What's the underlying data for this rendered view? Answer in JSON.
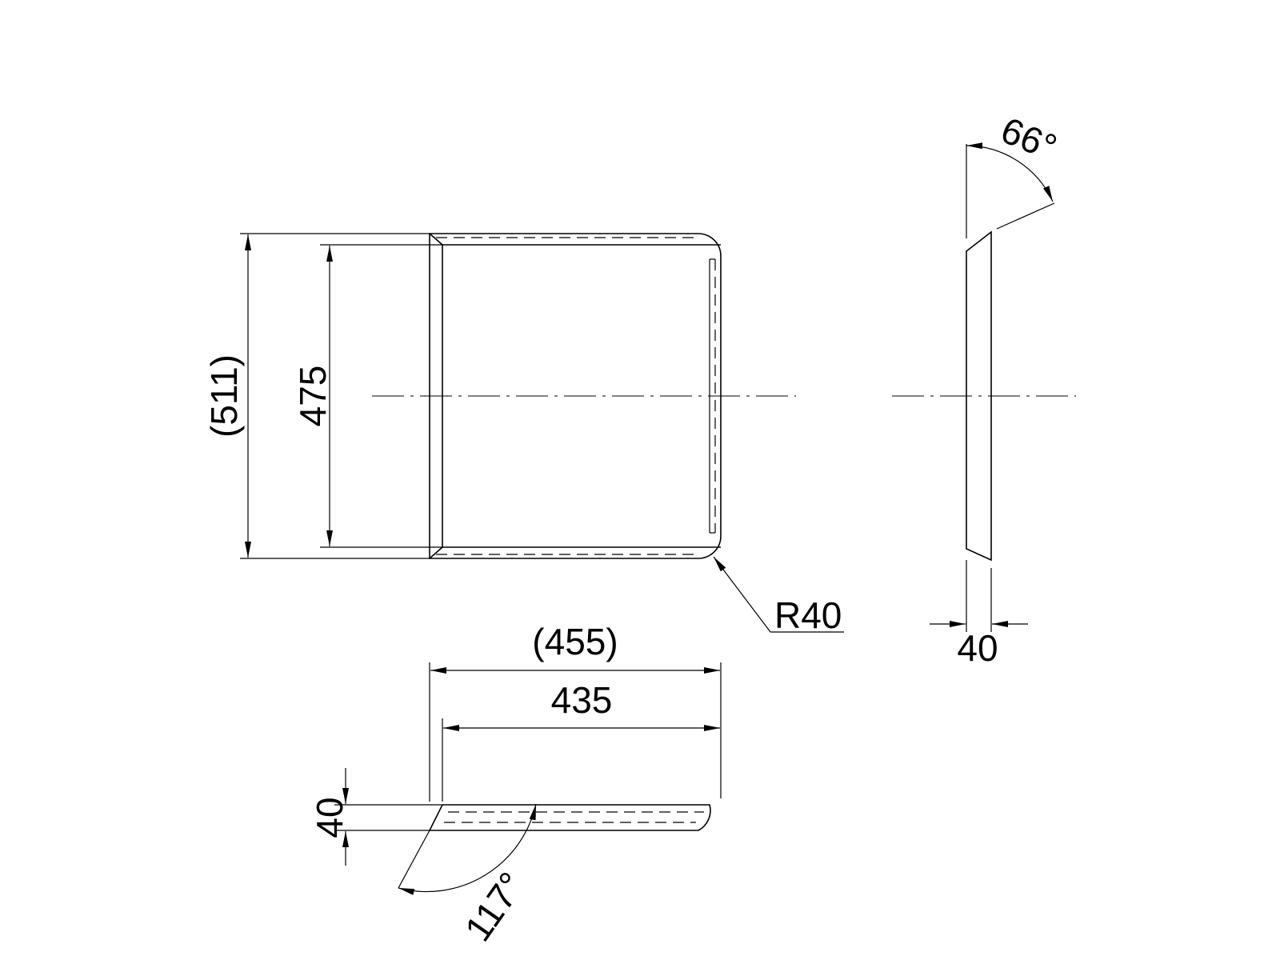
{
  "drawing": {
    "front_view": {
      "overall_height_ref": "(511)",
      "inner_height": "475",
      "corner_radius": "R40"
    },
    "side_view": {
      "flange_angle": "66°",
      "thickness": "40"
    },
    "bottom_view": {
      "overall_width_ref": "(455)",
      "inner_width": "435",
      "depth": "40",
      "flange_angle": "117°"
    }
  }
}
